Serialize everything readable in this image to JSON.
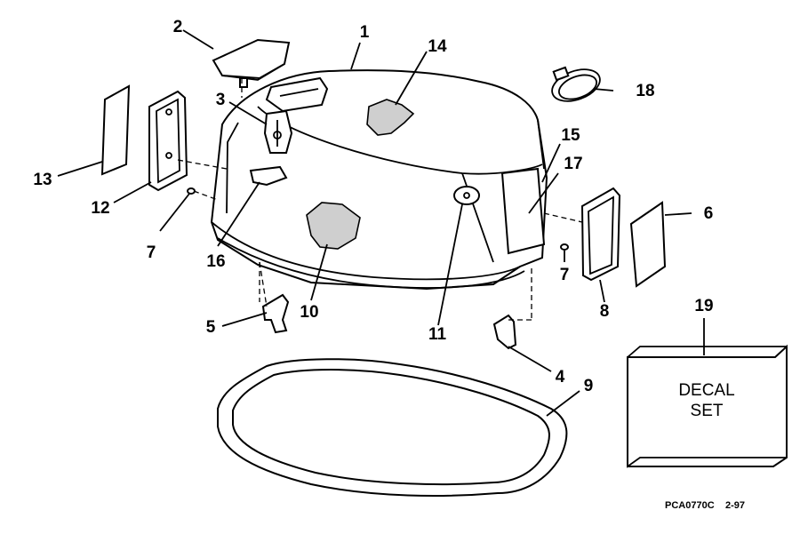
{
  "diagram": {
    "callouts": {
      "c1": "1",
      "c2": "2",
      "c3": "3",
      "c4": "4",
      "c5": "5",
      "c6": "6",
      "c7a": "7",
      "c7b": "7",
      "c8": "8",
      "c9": "9",
      "c10": "10",
      "c11": "11",
      "c12": "12",
      "c13": "13",
      "c14": "14",
      "c15": "15",
      "c16": "16",
      "c17": "17",
      "c18": "18",
      "c19": "19"
    },
    "decal_box": {
      "line1": "DECAL",
      "line2": "SET"
    },
    "reference_code": "PCA0770C",
    "revision": "2-97"
  }
}
